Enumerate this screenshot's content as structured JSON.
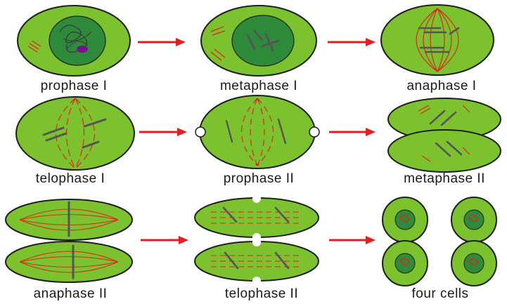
{
  "colors": {
    "cytoplasm": "#7cc22f",
    "membrane": "#1e1e1e",
    "nucleus": "#2e8b3a",
    "spindle": "#d9281c",
    "chromosome": "#555555",
    "nucleolus": "#7a1090",
    "arrow": "#e02020"
  },
  "stages": [
    {
      "id": "prophase-1",
      "label": "prophase I"
    },
    {
      "id": "metaphase-1",
      "label": "metaphase I"
    },
    {
      "id": "anaphase-1",
      "label": "anaphase I"
    },
    {
      "id": "telophase-1",
      "label": "telophase I"
    },
    {
      "id": "prophase-2",
      "label": "prophase II"
    },
    {
      "id": "metaphase-2",
      "label": "metaphase II"
    },
    {
      "id": "anaphase-2",
      "label": "anaphase II"
    },
    {
      "id": "telophase-2",
      "label": "telophase II"
    },
    {
      "id": "four-cells",
      "label": "four cells"
    }
  ]
}
